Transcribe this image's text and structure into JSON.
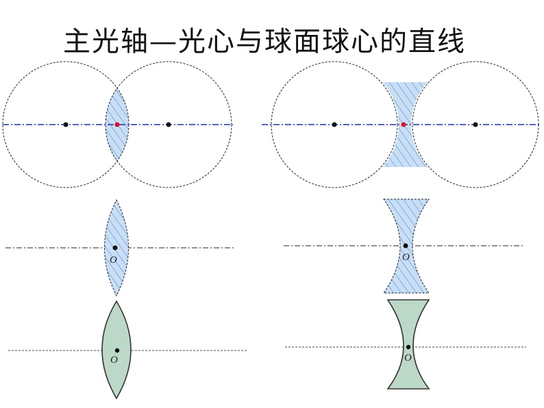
{
  "slide": {
    "title": "主光轴—光心与球面球心的直线"
  },
  "diagrams": {
    "convex_construction": {
      "description_shape": "two-overlapping-circles-convex",
      "center_marker_color": "#e0102a"
    },
    "concave_construction": {
      "description_shape": "two-separated-circles-concave",
      "center_marker_color": "#e0102a"
    },
    "convex_hatched": {
      "center_label": "O"
    },
    "convex_solid": {
      "center_label": "O"
    },
    "concave_hatched": {
      "center_label": "O"
    },
    "concave_solid": {
      "center_label": "O"
    }
  },
  "colors": {
    "axis_blue": "#1b2fa8",
    "hatch_fill": "#c9def5",
    "hatch_line": "#4a8fd6",
    "lens_solid_fill": "#bcd8c8",
    "outline": "#333333"
  }
}
